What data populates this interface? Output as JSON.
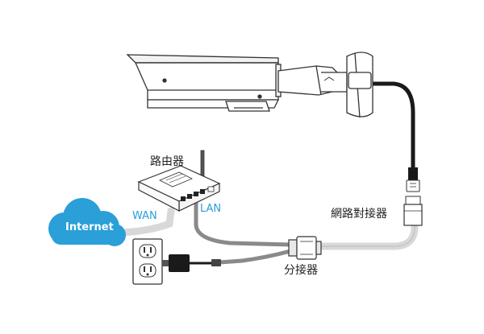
{
  "colors": {
    "cloud": "#2a9fd8",
    "cable_black": "#1a1a1a",
    "cable_gray": "#8a8a8a",
    "cable_light": "#d8d8d8",
    "outline": "#333333"
  },
  "icons": [
    "bullet-camera-icon",
    "router-icon",
    "cloud-icon",
    "wall-outlet-icon",
    "power-adapter-icon",
    "splitter-icon",
    "network-connector-icon"
  ],
  "labels": {
    "router": "路由器",
    "internet": "Internet",
    "wan": "WAN",
    "lan": "LAN",
    "network_connector": "網路對接器",
    "splitter": "分接器"
  }
}
